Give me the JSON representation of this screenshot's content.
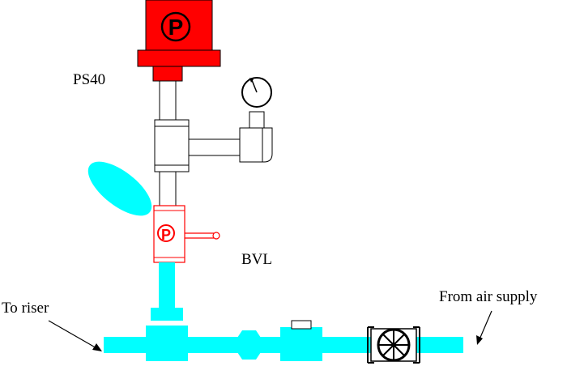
{
  "labels": {
    "pressure_switch": "PS40",
    "valve": "BVL",
    "to_riser": "To riser",
    "from_air_supply": "From air supply"
  },
  "switch_symbol": "P",
  "valve_symbol": "P",
  "colors": {
    "switch": "#ff0000",
    "water_pipe": "#00ffff",
    "valve_body": "#ff0000",
    "outline": "#000000",
    "fitting": "#ffffff"
  },
  "icons": [
    "pressure-switch-icon",
    "pressure-gauge-icon",
    "ball-valve-icon",
    "gate-valve-icon",
    "arrow-icon"
  ]
}
